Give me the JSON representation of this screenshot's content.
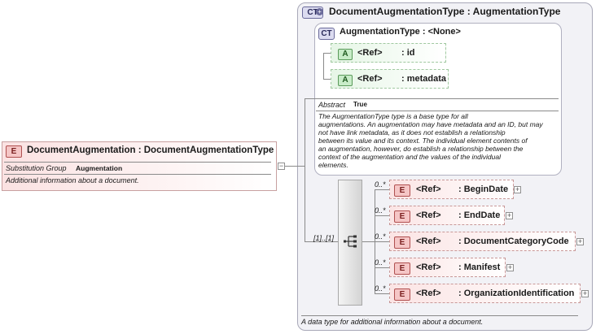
{
  "root": {
    "badge": "E",
    "title": "DocumentAugmentation : DocumentAugmentationType",
    "sub_label": "Substitution Group",
    "sub_value": "Augmentation",
    "doc": "Additional information about a document."
  },
  "outer_type": {
    "badge": "CT",
    "title": "DocumentAugmentationType : AugmentationType",
    "doc": "A data type for additional information about a document."
  },
  "inner_type": {
    "badge": "CT",
    "title": "AugmentationType : <None>",
    "attributes": [
      {
        "badge": "A",
        "ref": "<Ref>",
        "name": ": id"
      },
      {
        "badge": "A",
        "ref": "<Ref>",
        "name": ": metadata"
      }
    ],
    "abstract_label": "Abstract",
    "abstract_value": "True",
    "doc_lines": [
      "The AugmentationType type is a base type for all",
      "augmentations. An augmentation may have metadata and an ID, but may",
      "not have link metadata, as it does not establish a relationship",
      "between its value and its context. The individual element contents of",
      "an augmentation, however, do establish a relationship between the",
      "context of the augmentation and the values of the individual",
      "elements."
    ]
  },
  "sequence": {
    "occurrence": "[1]..[1]",
    "elements": [
      {
        "badge": "E",
        "occ": "0..*",
        "ref": "<Ref>",
        "name": ": BeginDate"
      },
      {
        "badge": "E",
        "occ": "0..*",
        "ref": "<Ref>",
        "name": ": EndDate"
      },
      {
        "badge": "E",
        "occ": "0..*",
        "ref": "<Ref>",
        "name": ": DocumentCategoryCode"
      },
      {
        "badge": "E",
        "occ": "0..*",
        "ref": "<Ref>",
        "name": ": Manifest"
      },
      {
        "badge": "E",
        "occ": "0..*",
        "ref": "<Ref>",
        "name": ": OrganizationIdentification"
      }
    ]
  },
  "collapse_symbol": "−",
  "expand_symbol": "+"
}
